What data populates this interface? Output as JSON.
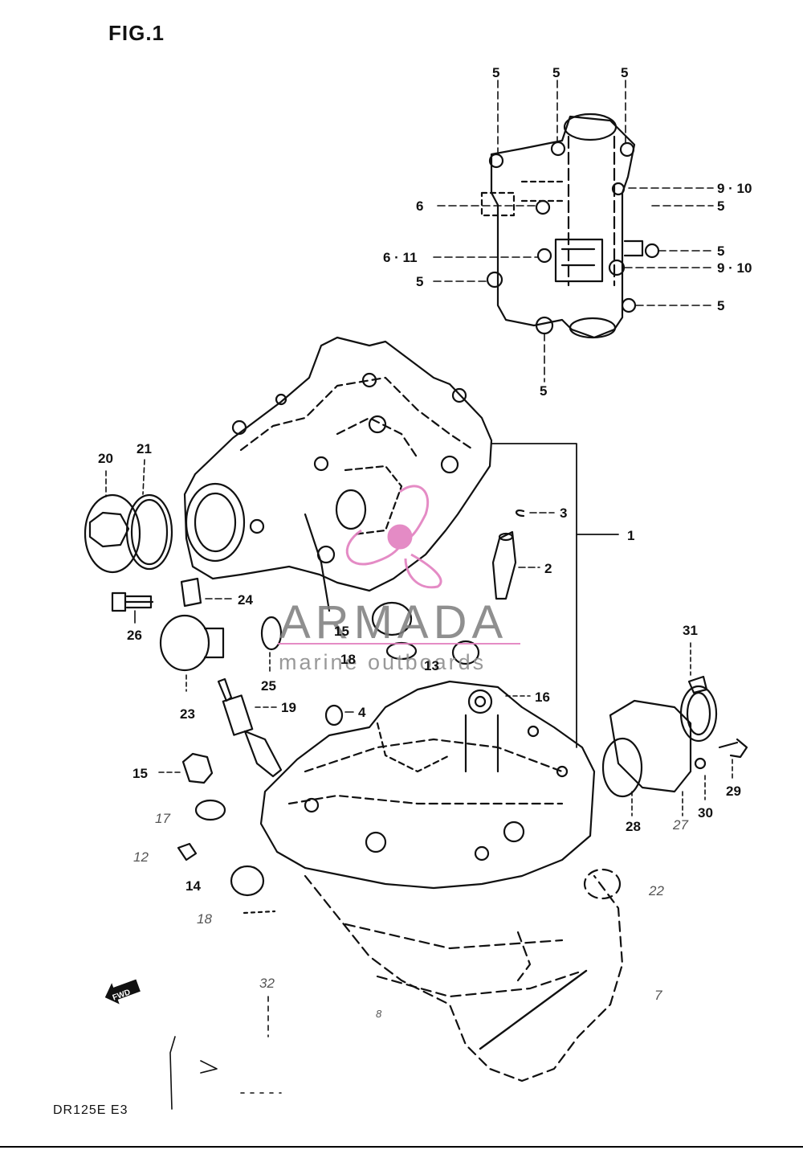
{
  "figure": {
    "title": "FIG.1",
    "model_code": "DR125E  E3",
    "fwd_label": "FWD"
  },
  "watermark": {
    "brand": "ARMADA",
    "tagline": "marine outboards",
    "accent_color": "#e27fbf"
  },
  "callouts": [
    {
      "id": "c5a",
      "text": "5"
    },
    {
      "id": "c5b",
      "text": "5"
    },
    {
      "id": "c5c",
      "text": "5"
    },
    {
      "id": "c910a",
      "text": "9 · 10"
    },
    {
      "id": "c5d",
      "text": "5"
    },
    {
      "id": "c6",
      "text": "6"
    },
    {
      "id": "c611",
      "text": "6 · 11"
    },
    {
      "id": "c5e",
      "text": "5"
    },
    {
      "id": "c5f",
      "text": "5"
    },
    {
      "id": "c910b",
      "text": "9 · 10"
    },
    {
      "id": "c5g",
      "text": "5"
    },
    {
      "id": "c5h",
      "text": "5"
    },
    {
      "id": "c5i",
      "text": "5"
    },
    {
      "id": "c20",
      "text": "20"
    },
    {
      "id": "c21",
      "text": "21"
    },
    {
      "id": "c3",
      "text": "3"
    },
    {
      "id": "c1",
      "text": "1"
    },
    {
      "id": "c2",
      "text": "2"
    },
    {
      "id": "c24",
      "text": "24"
    },
    {
      "id": "c26",
      "text": "26"
    },
    {
      "id": "c15a",
      "text": "15"
    },
    {
      "id": "c18a",
      "text": "18"
    },
    {
      "id": "c13",
      "text": "13"
    },
    {
      "id": "c25",
      "text": "25"
    },
    {
      "id": "c23",
      "text": "23"
    },
    {
      "id": "c16",
      "text": "16"
    },
    {
      "id": "c19",
      "text": "19"
    },
    {
      "id": "c4",
      "text": "4"
    },
    {
      "id": "c31",
      "text": "31"
    },
    {
      "id": "c15b",
      "text": "15"
    },
    {
      "id": "c17",
      "text": "17"
    },
    {
      "id": "c12",
      "text": "12"
    },
    {
      "id": "c14",
      "text": "14"
    },
    {
      "id": "c18b",
      "text": "18"
    },
    {
      "id": "c28",
      "text": "28"
    },
    {
      "id": "c27",
      "text": "27"
    },
    {
      "id": "c30",
      "text": "30"
    },
    {
      "id": "c29",
      "text": "29"
    },
    {
      "id": "c22",
      "text": "22"
    },
    {
      "id": "c32",
      "text": "32"
    },
    {
      "id": "c7",
      "text": "7"
    },
    {
      "id": "c8",
      "text": "8"
    }
  ]
}
